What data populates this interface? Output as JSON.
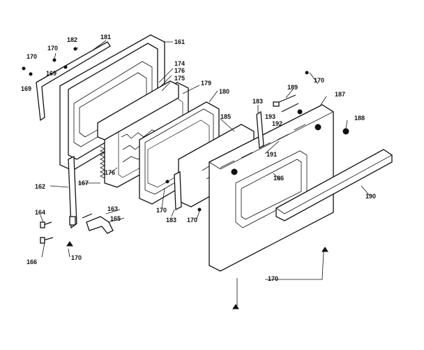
{
  "labels": {
    "l161": "161",
    "l181": "181",
    "l182": "182",
    "l170a": "170",
    "l170b": "170",
    "l169a": "169",
    "l169b": "169",
    "l174": "174",
    "l176a": "176",
    "l175": "175",
    "l179": "179",
    "l180": "180",
    "l183a": "183",
    "l189": "189",
    "l170c": "170",
    "l187": "187",
    "l193": "193",
    "l192": "192",
    "l188": "188",
    "l185": "185",
    "l191": "191",
    "l186": "186",
    "l162": "162",
    "l167": "167",
    "l176b": "176",
    "l170d": "170",
    "l183b": "183",
    "l170e": "170",
    "l190": "190",
    "l164": "164",
    "l163": "163",
    "l165": "165",
    "l166": "166",
    "l170f": "170",
    "l170g": "170"
  }
}
